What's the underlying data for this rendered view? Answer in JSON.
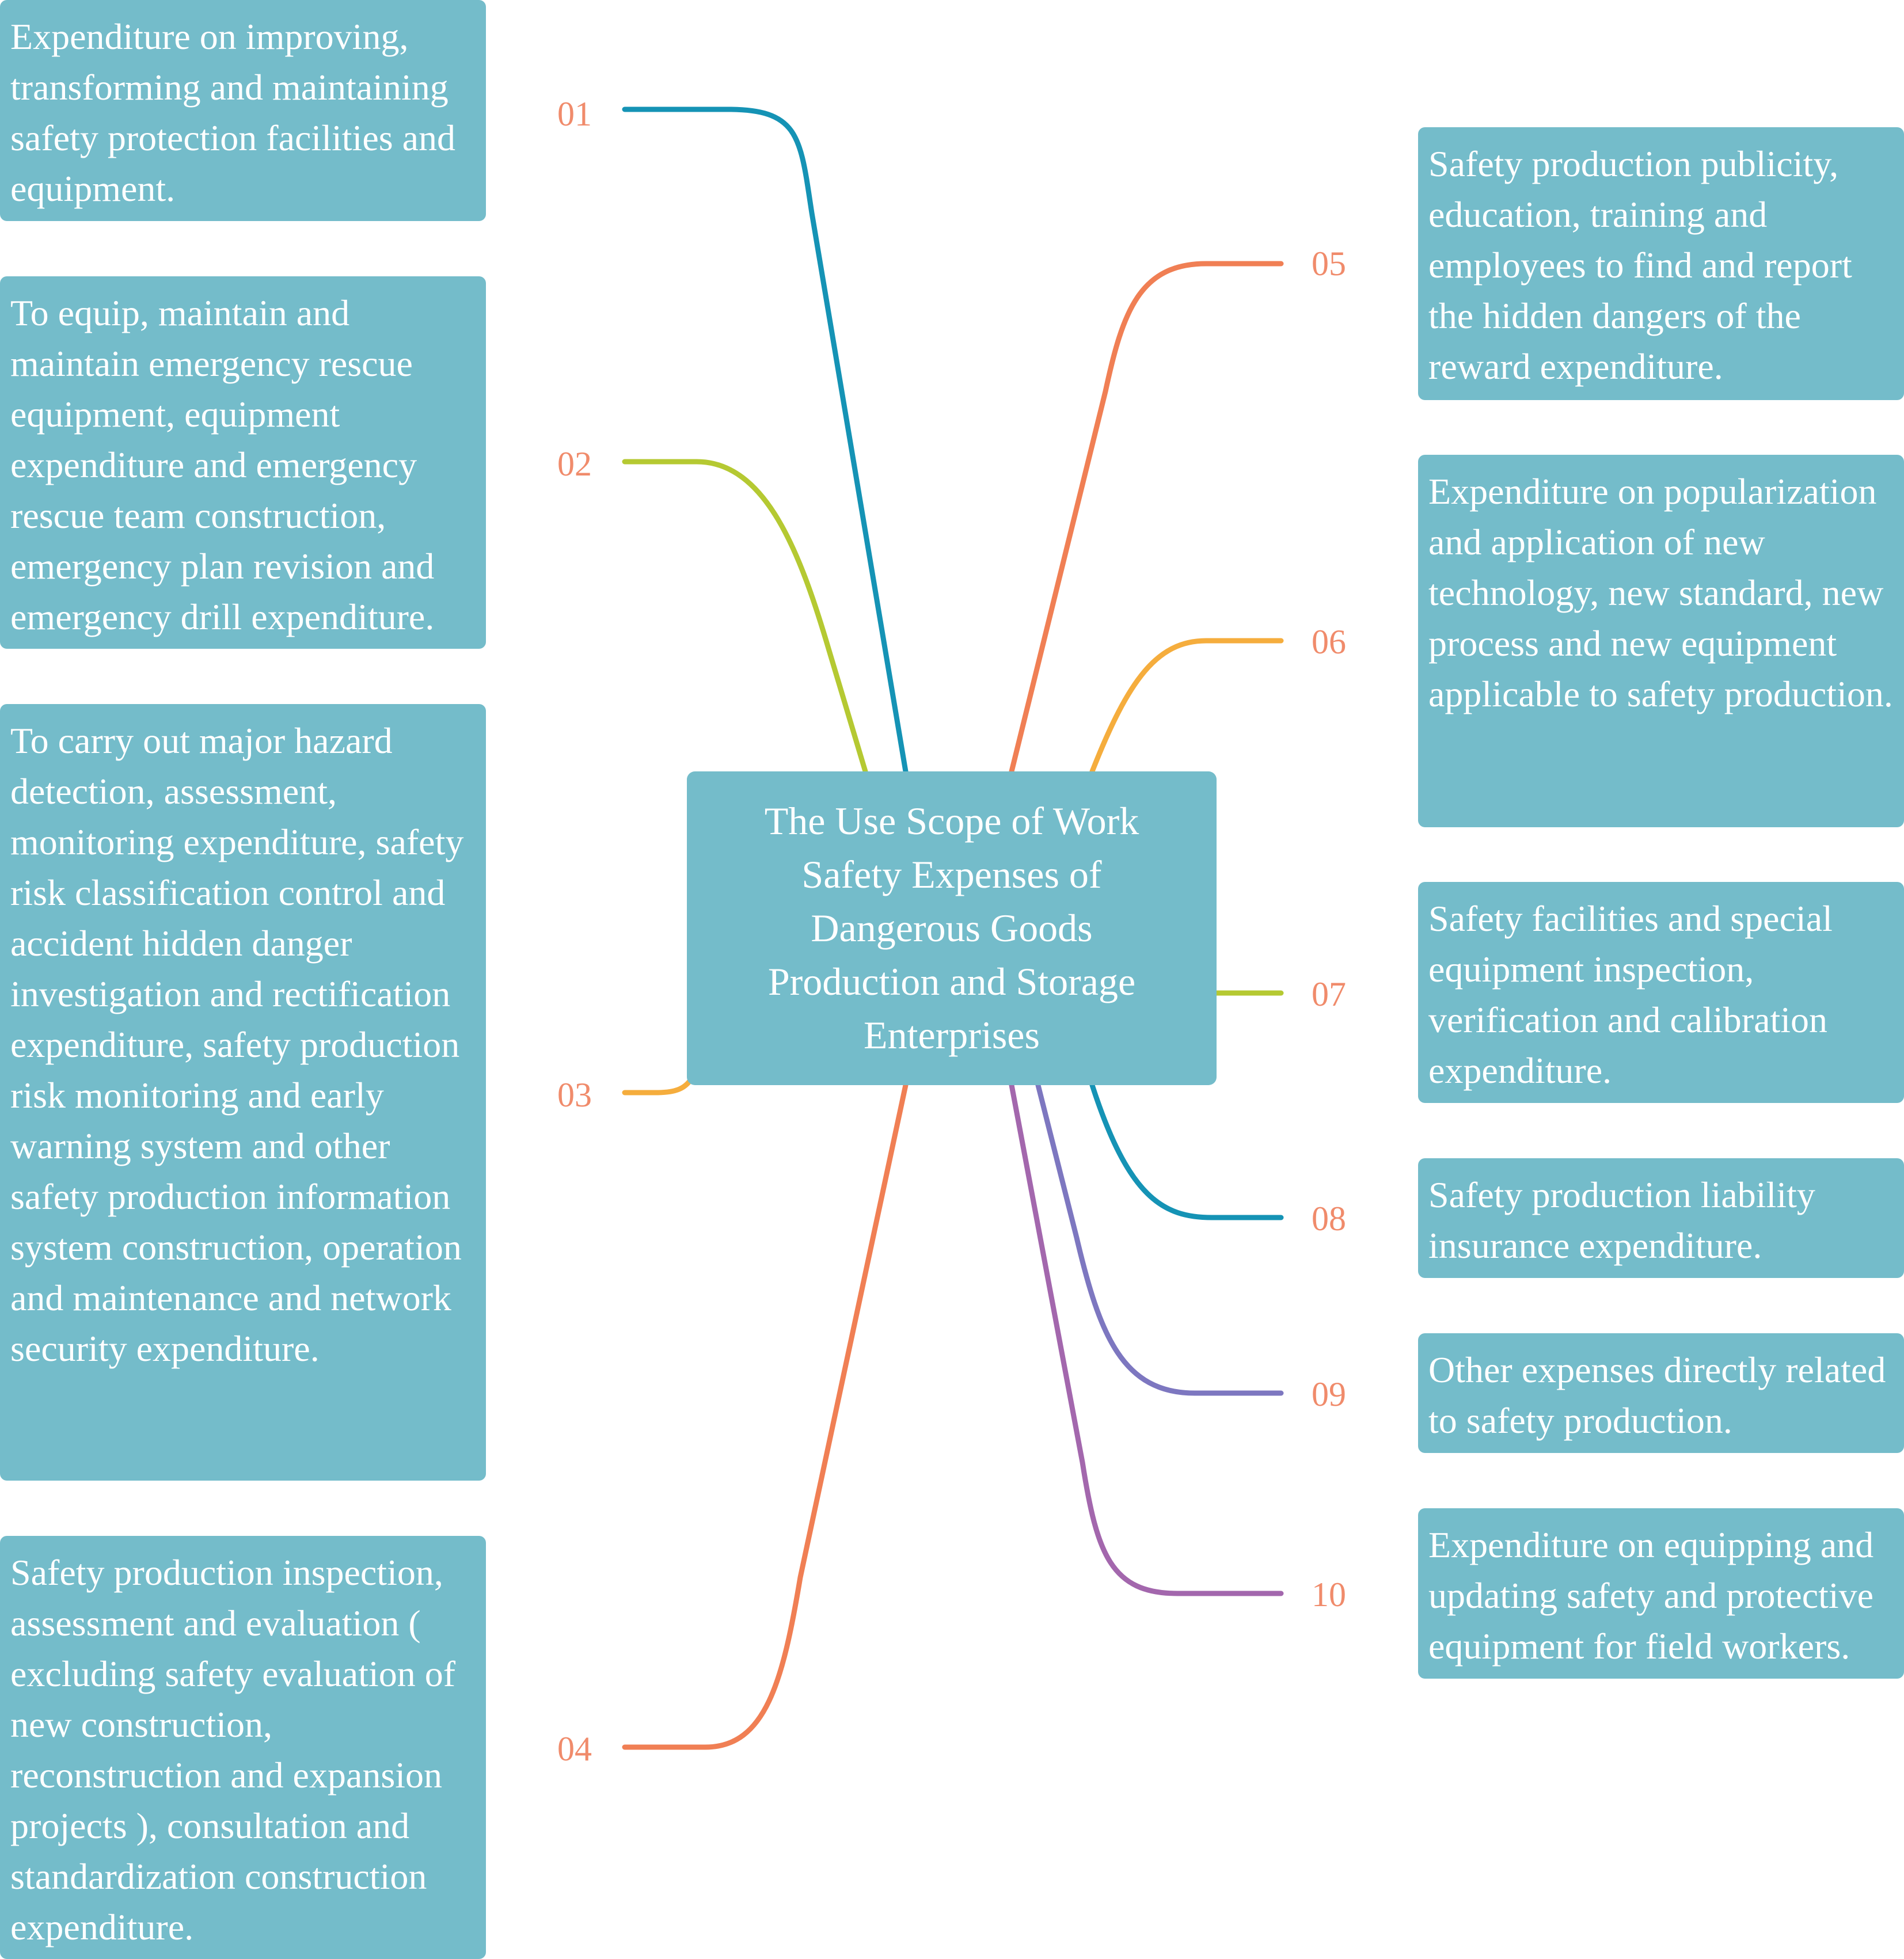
{
  "center": {
    "title": "The Use Scope of Work Safety Expenses of Dangerous Goods Production and Storage Enterprises"
  },
  "branches": [
    {
      "number": "01",
      "text": "Expenditure on improving, transforming and maintaining safety protection facilities and equipment.",
      "color": "#1593b5"
    },
    {
      "number": "02",
      "text": "To equip, maintain and maintain emergency rescue equipment, equipment expenditure and emergency rescue team construction, emergency plan revision and emergency drill expenditure.",
      "color": "#b5c932"
    },
    {
      "number": "03",
      "text": "To carry out major hazard detection, assessment, monitoring expenditure, safety risk classification control and accident hidden danger investigation and rectification expenditure, safety production risk monitoring and early warning system and other safety production information system construction, operation and maintenance and network security expenditure.",
      "color": "#f5ad3d"
    },
    {
      "number": "04",
      "text": "Safety production inspection, assessment and evaluation ( excluding safety evaluation of new construction, reconstruction and expansion projects ), consultation and standardization construction expenditure.",
      "color": "#f07f54"
    },
    {
      "number": "05",
      "text": "Safety production publicity, education, training and employees to find and report the hidden dangers of the reward expenditure.",
      "color": "#f07f54"
    },
    {
      "number": "06",
      "text": "Expenditure on popularization and application of new technology, new standard, new process and new equipment applicable to safety production.",
      "color": "#f5ad3d"
    },
    {
      "number": "07",
      "text": "Safety facilities and special equipment inspection, verification and calibration expenditure.",
      "color": "#b5c932"
    },
    {
      "number": "08",
      "text": "Safety production liability insurance expenditure.",
      "color": "#1593b5"
    },
    {
      "number": "09",
      "text": "Other expenses directly related to safety production.",
      "color": "#7d77c0"
    },
    {
      "number": "10",
      "text": "Expenditure on equipping and updating safety and protective equipment for field workers.",
      "color": "#a367ad"
    }
  ]
}
